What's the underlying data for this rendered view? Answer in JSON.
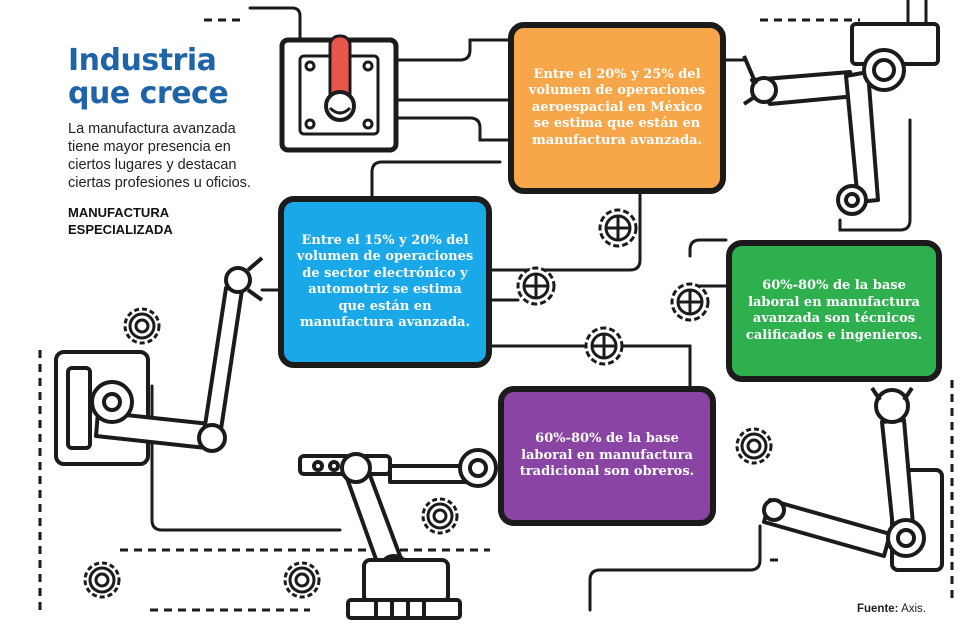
{
  "header": {
    "title_line1": "Industria",
    "title_line2": "que crece",
    "description": "La manufactura avanzada tiene mayor presencia en ciertos lugares y destacan ciertas profesiones u oficios.",
    "section_label_line1": "MANUFACTURA",
    "section_label_line2": "ESPECIALIZADA"
  },
  "cards": {
    "aerospace": {
      "text": "Entre el 20% y 25% del volumen de operaciones aeroespacial en México se estima que están en manufactura avanzada.",
      "color": "#f7a64a"
    },
    "electronics": {
      "text": "Entre el 15% y 20% del volumen de operaciones de sector electrónico y automotriz se estima que están en manufactura avanzada.",
      "color": "#1aa9e8"
    },
    "advanced_workforce": {
      "text": "60%-80% de la base laboral en manufactura avanzada son técnicos calificados e ingenieros.",
      "color": "#2fb04f"
    },
    "traditional_workforce": {
      "text": "60%-80% de la base laboral en manufactura tradicional son obreros.",
      "color": "#8a44a4"
    }
  },
  "footer": {
    "source_label": "Fuente:",
    "source_value": "Axis."
  },
  "colors": {
    "title": "#1f63a8",
    "lever": "#e8564c",
    "line": "#1b1b1b"
  },
  "icons": [
    "lever-icon",
    "gear-icon",
    "robot-arm-icon"
  ]
}
